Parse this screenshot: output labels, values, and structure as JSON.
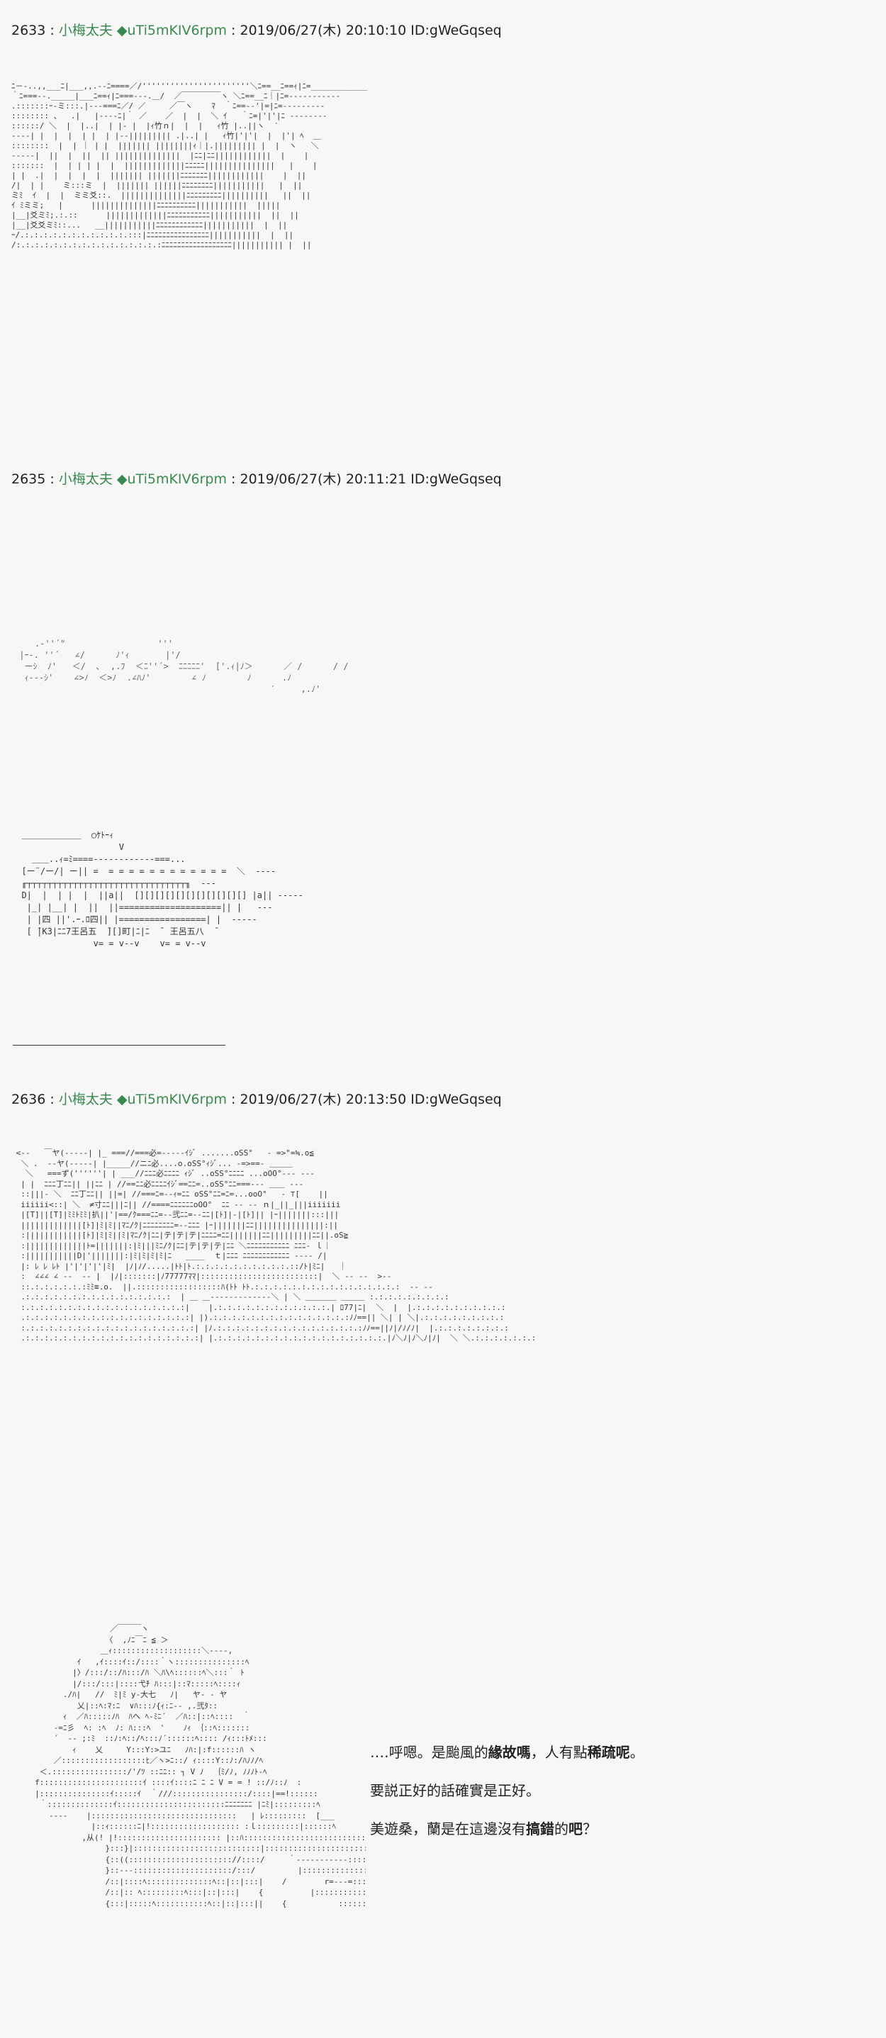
{
  "posts": [
    {
      "number": "2633",
      "name": "小梅太夫",
      "trip": "◆uTi5mKIV6rpm",
      "date": "2019/06/27(木) 20:10:10",
      "id": "ID:gWeGqseq"
    },
    {
      "number": "2635",
      "name": "小梅太夫",
      "trip": "◆uTi5mKIV6rpm",
      "date": "2019/06/27(木) 20:11:21",
      "id": "ID:gWeGqseq"
    },
    {
      "number": "2636",
      "name": "小梅太夫",
      "trip": "◆uTi5mKIV6rpm",
      "date": "2019/06/27(木) 20:13:50",
      "id": "ID:gWeGqseq"
    }
  ],
  "separator": " : ",
  "art": {
    "street_scene": "ﾆ－‐..,,___ﾆ|___,,.--ﾆ====／/'''''''''''''''''''''''＼ﾆ==__ﾆ==ｨ|ﾆ=____________\n｀ﾆ===‐‐._____|___ﾆ==ｨ|ﾆ===‐‐-.＿/  ／￣￣￣￣￣ヽ ＼ﾆ==__ﾆ｜|ﾆ=‐‐‐‐‐‐‐‐‐‐‐\n.:::::::ｰ-ミ:::.|‐‐‐===ﾆ／/ ／     ／￣ヽ    ﾏ  ｀ﾆ==‐‐'|=|ﾆ=‐‐‐‐‐‐‐‐‐\n:::::::: 、  .|   |‐‐‐‐ﾆ|｀ ／    ／  |  |  ＼ ｲ   ｀ﾆ=|'|'|ﾆ ‐‐‐‐‐‐‐‐\n::::::/ ＼  |  |..|  | |‐ |  |ｨ竹ｎ|  |  |   ｨ竹 |..||ヽ  ′ \n----| |  |  |  | |  | |‐‐||||||||| .|..| |   ｨ竹|'|'|  |  |'| ﾍ  ＿ \n::::::::  |  | ｜ | |  ||||||| ||||||||ｨ｜|.||||||||| |  |  ヽ   ＼ \n-----|  ||  |  ||  || ||||||||||||||  |ﾆﾆ|ﾆﾆ||||||||||||  |    |  \n:::::::  |  | | | |  |  |||||||||||||ﾆﾆﾆﾆﾆ|||||||||||||||   |    |  \n| |  .|  |  |  |  |  ||||||| |||||||ﾆﾆﾆﾆﾆﾆﾆ||||||||||||    |  ||  \n/|  | |    ミ:::ミ  |  ||||||| ||||||ﾆﾆﾆﾆﾆﾆﾆﾆ|||||||||||   |  ||  \nミﾐ  ｲ  |  |  ミミ爻::.  ||||||||||||||ﾆﾆﾆﾆﾆﾆﾆﾆﾆ||||||||||   ||  ||  \nｲ ﾐミミ;   |      ||||||||||||||ﾆﾆﾆﾆﾆﾆﾆﾆﾆﾆ|||||||||||  ||||| \n|__|爻ミﾐ;.:.::      |||||||||||||ﾆﾆﾆﾆﾆﾆﾆﾆﾆﾆﾆ|||||||||||  ||  ||  \n|__|爻爻ミﾐ::...   __|||||||||||ﾆﾆﾆﾆﾆﾆﾆﾆﾆﾆﾆﾆ|||||||||||  |  ||  \nｰ/.:.:.:.:.:.:.:.:.:.:.:.:::|ﾆﾆﾆﾆﾆﾆﾆﾆﾆﾆﾆﾆﾆﾆﾆﾆ|||||||||||  |  ||  \n/:.:.:.:.:.:.:.:.:.:.:.:.:.:.:.:ﾆﾆﾆﾆﾆﾆﾆﾆﾆﾆﾆﾆﾆﾆﾆﾆﾆﾆ||||||||||| |  ||  ",
    "sound_effects": "    .-''´\"                  '''\n |ｰ-. ''´   ∠/      ﾉ'ｨ       |'/\n  ーｼ  ﾉ'   ＜/  ､  ,.ﾌ  ＜ﾆ''´>  ﾆﾆﾆﾆﾆ'  ['.ｨ|ﾉ＞      ／ /      / /\n  ｨ---ｼ'    ∠>ﾉ  ＜>ﾉ  .∠ﾊﾉ'        ∠ ﾉ        ﾉ      .ﾉ\n                                                  ′     ,.ﾉ'",
    "train": "  ＿＿＿＿＿＿＿  ○ｹﾄｰｨ\n                     V\n    ＿＿..ｨ=ﾐ====‐‐‐‐‐‐‐‐‐‐‐‐===...\n  [ー¨/ー/| ー|| =  = = = = = = = = = = = =  ＼  ‐‐‐‐\n  ╓┬┬┬┬┬┬┬┬┬┬┬┬┬┬┬┬┬┬┬┬┬┬┬┬┬┬┬┬┬┬┬╖  ‐‐‐\n  D|  |  | |  |  ||a||  [][][][][][][][][][][] |a|| ‐‐‐‐‐\n   |_| |__| |  ||  ||====================|| |   ‐‐‐\n   | |四 ||'.ｰ.ﾛ四|| |=================| |  ‐‐‐‐‐\n   [ ̄|K3|ﾆﾆ7王呂五  ̄][]町|ﾆ|ﾆ  ̄  王呂五八  ̄\n                v= = v-‐v    v= = v-‐v",
    "arcade": " <‐‐   ￣ヤ(‐‐‐‐‐| |_ ===//===必=‐‐‐‐‐ｲｼﾞ .......oSS°   ‐ =>\"=≒.o≦\n  ＼ .  ‐‐ヤ(‐‐‐‐‐| |_____//ニﾆ必....o.oSS°ｨｼﾞ... ‐=>==‐ ＿＿＿\n   ＼   ===ず(''''''| | ___//ﾆﾆﾆ必ﾆﾆﾆﾆ ｨｼﾞ ..oSS°ﾆﾆﾆﾆ ...oOO°‐‐‐ ‐‐‐\n  | |  ﾆﾆﾆ丁ﾆﾆ|| ||ﾆﾆ | //==ﾆﾆ必ﾆﾆﾆﾆｲｼﾞ==ﾆﾆ=..oSS°ﾆﾆ===‐‐‐ ＿＿ ‐‐‐\n  ::|||‐ ＼  ﾆﾆ丁ﾆﾆ|| ||=| //===ﾆ=‐‐ｨ=ﾆﾆ oSS°ﾆﾆ=ﾆ=...ooO°   ‐ ⊤[    ||\n  iiiiii<::| ＼  ≠寸ﾆﾆ|||ﾆ|| //====ﾆﾆﾆﾆﾆﾆoOO°  ﾆﾆ ‐‐ ‐‐ ｎ|_||_|||iiiiiii\n  |[T]||[T]|ﾐﾐﾄﾐﾐ|扒||'|==/ｸ===ﾆﾆ=‐‐弐ﾆﾆ=‐‐ﾆﾆ|[ﾄ]|‐|[ﾄ]|| |ｰ|||||||:::|||\n  |||||||||||||[ﾄ]|ﾐ|ﾐ||ﾏﾆ/ｸ|ﾆﾆﾆﾆﾆﾆﾆﾆ=‐‐ﾆﾆﾆ |ｰ|||||||ﾆﾆ|||||||||||||||:||\n  :||||||||||||[ﾄ]|ﾐ|ﾐ||ﾐ|ﾏﾆ/ｸ|ﾆﾆ|テ|テ|テ|ﾆﾆﾆﾆ=ﾆﾆ|||||||ﾆﾆ|||||||||ﾆﾆ||.oS≧\n  :|||||||||||||ﾄ=|||||||:|ﾐ|||ﾐﾆ/ｸ|ﾆﾆ|テ|テ|テ|ﾆﾆ ＼ﾆﾆﾆﾆﾆﾆﾆﾆﾆﾆﾆ ﾆﾆﾆ‐ ｌ｜\n  :|||||||||||D|'|||||||:|ﾐ|ﾐ|ﾐ|ﾐ|ﾆ   ____  ｔ|ﾆﾆﾆ ﾆﾆﾆﾆﾆﾆﾆﾆﾆﾆﾆﾆ ‐‐‐‐ /|\n  |: ﾚ ﾚ ﾚﾄ |'|'|'|'|ﾐ|  |ﾉ|ﾉ/.....|ﾄﾄ|ﾄ.:.:.:.:.:.:.:.:.:.:.::/ﾄ|ﾐﾆ|   ｜\n  :  ∠∠∠ ∠ ‐‐  ‐‐ |  |ﾉ|:::::::|ﾉ77777ﾏﾏ|:::::::::::::::::::::::::|  ＼ ‐‐ ‐‐  >‐‐\n  ::.:.:.:.:.:.:ﾐﾐ≡.o.  ||.::::::::::::::::::ﾊ(ﾄﾄ ﾄﾄ.:.:.:.:.:.:.:.:.:.:.:.:.:.:.:.:  ‐‐ ‐‐\n  .:.:.:.:.:.:.:.:.:.:.:.:.:.:.:.:  | ＿ ＿‐‐‐‐‐‐‐‐‐‐‐‐‐＼ | ＼ ＿＿＿＿ ＿＿＿ :.:.:.:.:.:.:.:.:\n  :.:.:.:.:.:.:.:.:.:.:.:.:.:.:.:.:.:|    |.:.:.:.:.:.:.:.:.:.:.:.:.| ﾛ77|ﾆ|  ＼  |  |.:.:.:.:.:.:.:.:.:.:\n  .:.:.:.:.:.:.:.:.:.:.:.:.:.:.:.:.:.:| |).:.:.:.:.:.:.:.:.:.:.:.:.:.:.:ﾉﾉ==|| ＼| | ＼|.:.:.:.:.:.:.:.:.:\n  :.:.:.:.:.:.:.:.:.:.:.:.:.:.:.:.:.:.:| |ﾉ.:.:.:.:.:.:.:.:.:.:.:.:.:.:.:.:ﾉﾉ==||ﾉ|/ﾉ/ﾉ|  |.:.:.:.:.:.:.:.:\n  .:.:.:.:.:.:.:.:.:.:.:.:.:.:.:.:.:.:.:| |.:.:.:.:.:.:.:.:.:.:.:.:.:.:.:.:.:.:.|ﾉ＼ﾉ|ﾉ＼ﾉ|ﾉ|  ＼ ＼.:.:.:.:.:.:.:",
    "character": "                     ／￣￣￣ヽ\n                    〈  ,ﾉﾆ￣ﾆ ≦ ＞\n                   ＿ｨ:::::::::::::::::::＼‐‐‐-,\n              ｲ   ,ｲ::::ｲ::/::::｀ヽ:::::::::::::::ﾍ\n             |〉/:::/::/ﾊ:::/ﾊ ＼ﾊ\\ﾍ::::::ﾍ＼:::｀ ﾄ\n             |/:::/:::|::::弋ﾁ ﾊ:::|::ﾏ:::::ﾍ::::ｨ\n           ./ﾊ|   //  ﾐ|ﾐ y‐大七   ﾉ|   ヤ‐ ‐ ヤ\n              乂|::ﾍ:ﾏ:ﾆ  ∨ﾊ:::ﾉ{ｨ:ﾆ‐‐ ,.弐ﾀ::\n           ｨ  ／ﾊ:::::ﾉﾊ  ﾊヘ ﾍ‐ﾐﾆ´  ／ﾊ::|::ﾍ::::  ｀\n         ‐=ﾆ彡  ﾍ: :ﾍ  ﾉ: ﾊ:::ﾍ  '    ﾉｨ ｛::ﾍ:::::::\n         ´  ‐‐ ;:ﾐ  ::ﾉ:ﾍ::/ﾍ:::ﾉ´::::::ﾍ:::: /ｨ:::ﾄﾒ:::\n             ｨ    乂     Y:::Y:>ユﾆ   ﾉﾊ:|:f::::::ﾊ ヽ\n         ／::::::::::::::::::ﾋ／ヽ>ﾆ::/ ｨ::::Y::ﾉ:/ﾊﾉﾉ/ﾍ\n      ＜.::::::::::::::::/'/ﾂ ::ﾆﾆ:: ┐ V ﾉ  ｛ﾐ/ﾉ, ﾉﾉﾉﾄ‐ﾍ\n     f::::::::::::::::::::::ｲ ::::ｲ::::ﾆ ﾆ ﾆ V = = ! ::/ﾉ::ﾉ  :\n     |:::::::::::::::ｲ:::::ｲ  ｀///::::::::::::::::/::::|==!::::::\n      ｀::::::::::::::ｲ:::::::::::::::::::::::ﾆﾆﾆﾆﾆﾆﾆ |ﾆﾐ|:::::::::ﾍ\n        ‐‐‐‐    |:::::::::::::::::::::::::::::::   | ﾚ:::::::::  [___\n                 |::ｨ::::::ﾆ|!::::::::::::::::::: :ｌ:::::::::|::::::ﾍ\n               ,从(! |!:::::::::::::::::::::: |::ﾊ::::::::::::::::::::::::::.\n                    }:::}|:::::::::::::::::::::::::::|:::::::::::::::::::::::::::\n                    {::((:::::::::::::::::::::://::::/     ｀‐‐‐‐‐‐‐‐‐‐‐::::::\n                    }::‐‐‐:::::::::::::::::::::/:::/         |::::::::::::::::::\n                    /::|::::ﾍ::::::::::::::ﾍ::|::|:::|    /        r=‐‐‐=:::::::\n                    /::|:: ﾍ:::::::::ﾍ:::|::|:::|    {          |:::::::::::::::::\n                    {:::|:::::ﾍ:::::::::::ﾍ::|::|:::||    {           ::::::::::::::::::"
  },
  "dialogue": {
    "line1_plain1": "‥‥呼嗯。是颱風的",
    "line1_bold1": "緣故",
    "line1_plain2": "",
    "line1_bold2": "嗎",
    "line1_plain3": "，人有點",
    "line1_bold3": "稀疏",
    "line1_plain4": "",
    "line1_bold4": "呢",
    "line1_plain5": "。",
    "line2": "要説正好的話確實是正好。",
    "line3_plain1": "美遊桑，蘭是在這邊沒有",
    "line3_bold1": "搞錯",
    "line3_plain2": "的",
    "line3_bold2": "吧",
    "line3_plain3": "？"
  }
}
